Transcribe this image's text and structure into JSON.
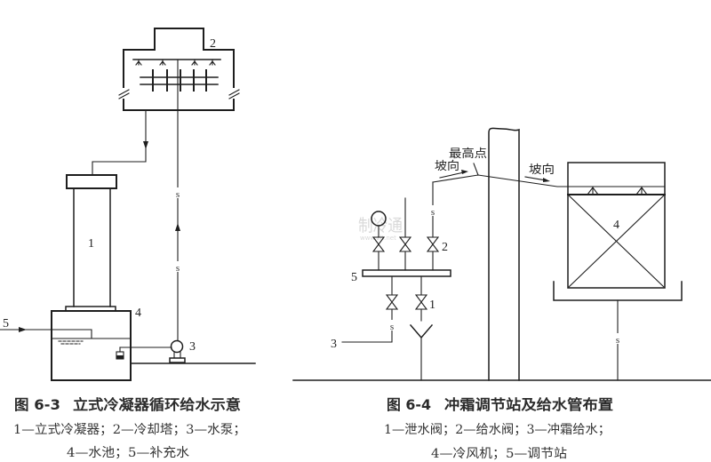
{
  "figures": {
    "fig63": {
      "caption_number": "图 6-3",
      "caption_title": "立式冷凝器循环给水示意",
      "legend_lines": [
        "1—立式冷凝器；2—冷却塔；3—水泵；",
        "4—水池；5—补充水"
      ],
      "legend_items": [
        {
          "num": "1",
          "label": "立式冷凝器"
        },
        {
          "num": "2",
          "label": "冷却塔"
        },
        {
          "num": "3",
          "label": "水泵"
        },
        {
          "num": "4",
          "label": "水池"
        },
        {
          "num": "5",
          "label": "补充水"
        }
      ],
      "callouts": {
        "condenser": "1",
        "cooling_tower": "2",
        "pump": "3",
        "tank": "4",
        "makeup_water": "5"
      },
      "pipe_marks": [
        "s",
        "s"
      ]
    },
    "fig64": {
      "caption_number": "图 6-4",
      "caption_title": "冲霜调节站及给水管布置",
      "legend_lines": [
        "1—泄水阀；2—给水阀；3—冲霜给水；",
        "4—冷风机；5—调节站"
      ],
      "legend_items": [
        {
          "num": "1",
          "label": "泄水阀"
        },
        {
          "num": "2",
          "label": "给水阀"
        },
        {
          "num": "3",
          "label": "冲霜给水"
        },
        {
          "num": "4",
          "label": "冷风机"
        },
        {
          "num": "5",
          "label": "调节站"
        }
      ],
      "callouts": {
        "drain_valve": "1",
        "supply_valve": "2",
        "defrost_supply": "3",
        "air_cooler": "4",
        "regulating_station": "5"
      },
      "annotations": {
        "highest_point": "最高点",
        "slope_left": "坡向",
        "slope_right": "坡向"
      },
      "pipe_marks": [
        "s",
        "s",
        "s"
      ]
    }
  },
  "watermark": {
    "name": "制冷通",
    "url": "www.zlt.net"
  }
}
